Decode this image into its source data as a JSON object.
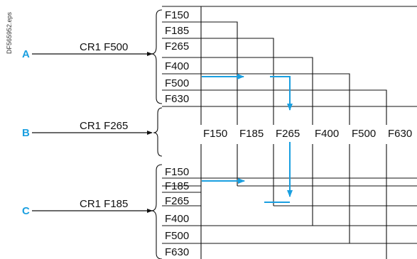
{
  "figure_code": "DF565952.eps",
  "colors": {
    "line": "#111111",
    "accent": "#1a9fe0"
  },
  "inputs": [
    {
      "marker": "A",
      "label": "CR1 F500"
    },
    {
      "marker": "B",
      "label": "CR1 F265"
    },
    {
      "marker": "C",
      "label": "CR1 F185"
    }
  ],
  "top_table": {
    "rows": [
      "F150",
      "F185",
      "F265",
      "F400",
      "F500",
      "F630"
    ]
  },
  "middle_header": {
    "columns": [
      "F150",
      "F185",
      "F265",
      "F400",
      "F500",
      "F630"
    ]
  },
  "bottom_table": {
    "rows": [
      "F150",
      "F185",
      "F265",
      "F400",
      "F500",
      "F630"
    ]
  }
}
